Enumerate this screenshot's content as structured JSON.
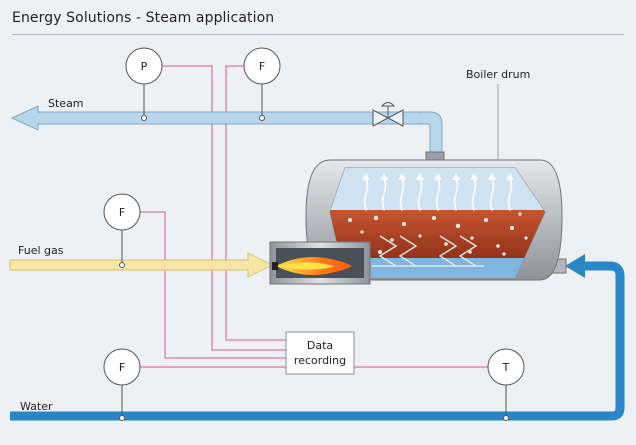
{
  "title": "Energy Solutions - Steam application",
  "labels": {
    "steam": "Steam",
    "fuel_gas": "Fuel gas",
    "water": "Water",
    "boiler_drum": "Boiler drum",
    "data_recording_line1": "Data",
    "data_recording_line2": "recording"
  },
  "instruments": {
    "steam_pressure": "P",
    "steam_flow": "F",
    "fuel_flow": "F",
    "water_flow": "F",
    "water_temperature": "T"
  },
  "colors": {
    "steam_pipe": "#b7d6ec",
    "steam_pipe_edge": "#7fa9c8",
    "fuel_pipe": "#f7e6a6",
    "fuel_pipe_edge": "#d8c070",
    "water_pipe": "#2b86c8",
    "signal_line": "#d25a93",
    "drum_metal": "#c9ccd0",
    "water_in_drum": "#7fb7e0",
    "boiling_water": "#b8492a",
    "steam_space": "#cfe3f2",
    "flame": "#ff7a1a"
  }
}
